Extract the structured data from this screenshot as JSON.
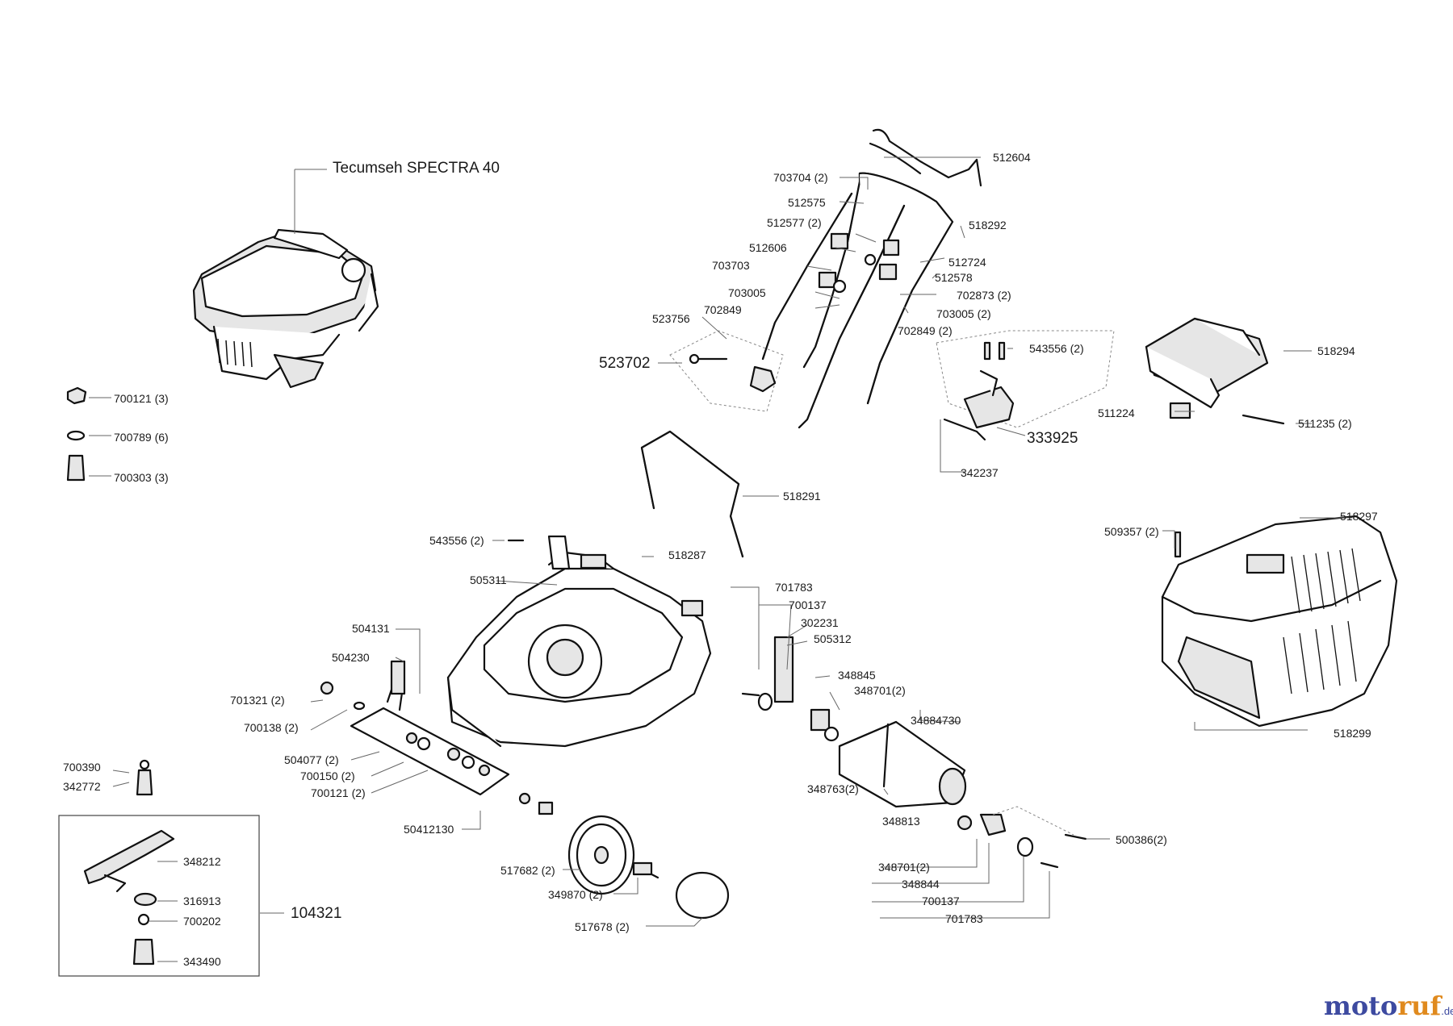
{
  "diagram": {
    "engine_label": "Tecumseh SPECTRA 40",
    "kit_labels": [
      "523702",
      "333925",
      "104321"
    ],
    "parts": {
      "p512604": "512604",
      "p703704": "703704 (2)",
      "p512575": "512575",
      "p518292": "518292",
      "p512577": "512577 (2)",
      "p512606": "512606",
      "p512724": "512724",
      "p703703": "703703",
      "p512578": "512578",
      "p703005a": "703005",
      "p702873": "702873 (2)",
      "p702849a": "702849",
      "p703005b": "703005 (2)",
      "p523756": "523756",
      "p702849b": "702849 (2)",
      "p543556a": "543556 (2)",
      "p518294": "518294",
      "p511224": "511224",
      "p511235": "511235 (2)",
      "p342237": "342237",
      "p700121a": "700121 (3)",
      "p700789": "700789 (6)",
      "p700303": "700303 (3)",
      "p518291": "518291",
      "p543556b": "543556 (2)",
      "p505311": "505311",
      "p518287": "518287",
      "p509357": "509357 (2)",
      "p518297": "518297",
      "p701783a": "701783",
      "p700137a": "700137",
      "p302231": "302231",
      "p505312": "505312",
      "p504131": "504131",
      "p504230": "504230",
      "p701321": "701321 (2)",
      "p700138": "700138 (2)",
      "p348845": "348845",
      "p348701a": "348701(2)",
      "p518299": "518299",
      "p34884730": "34884730",
      "p504077": "504077 (2)",
      "p700150": "700150 (2)",
      "p700121b": "700121 (2)",
      "p700390": "700390",
      "p342772": "342772",
      "p348763": "348763(2)",
      "p348813": "348813",
      "p50412130": "50412130",
      "p500386": "500386(2)",
      "p348212": "348212",
      "p517682": "517682 (2)",
      "p348701b": "348701(2)",
      "p348844": "348844",
      "p316913": "316913",
      "p349870": "349870 (2)",
      "p700137b": "700137",
      "p700202": "700202",
      "p701783b": "701783",
      "p517678": "517678 (2)",
      "p343490": "343490"
    }
  },
  "watermark": {
    "part1": "moto",
    "part2": "ruf",
    "suffix": ".de"
  },
  "colors": {
    "line": "#111111",
    "leader": "#666666",
    "watermark_blue": "#3d4aa0",
    "watermark_orange": "#e08a1e"
  }
}
